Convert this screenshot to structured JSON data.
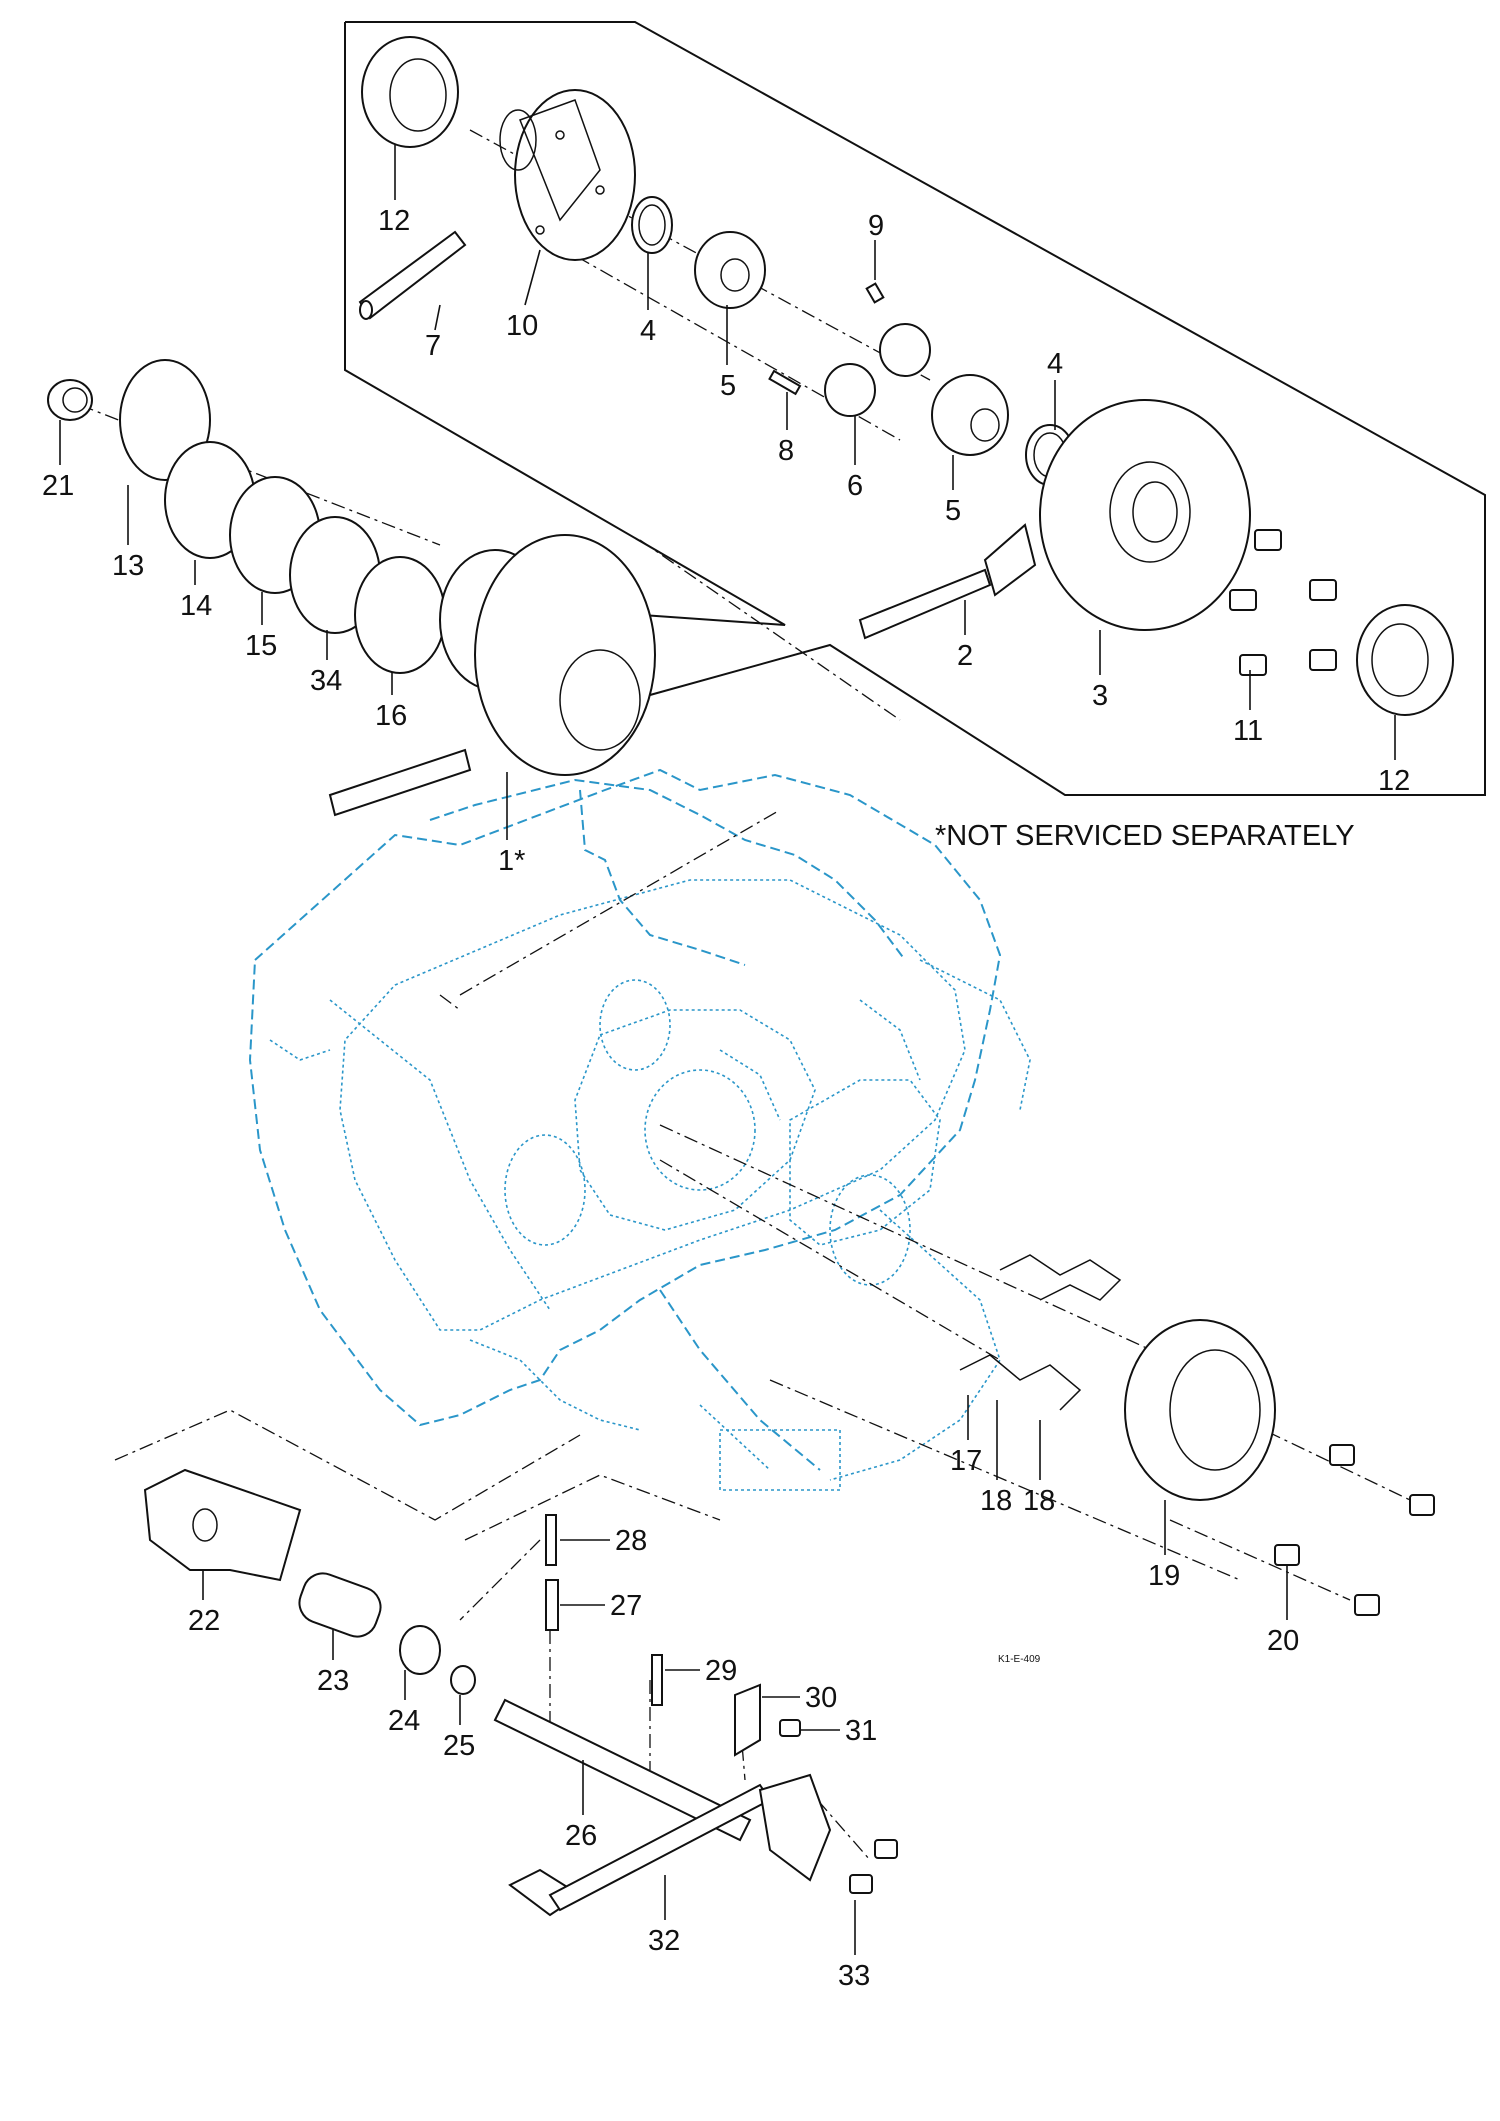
{
  "diagram": {
    "note": "*NOT SERVICED SEPARATELY",
    "code": "K1-E-409",
    "labels": {
      "p1": "1*",
      "p2": "2",
      "p3": "3",
      "p4a": "4",
      "p4b": "4",
      "p5a": "5",
      "p5b": "5",
      "p6": "6",
      "p7": "7",
      "p8": "8",
      "p9": "9",
      "p10": "10",
      "p11": "11",
      "p12a": "12",
      "p12b": "12",
      "p13": "13",
      "p14": "14",
      "p15": "15",
      "p16": "16",
      "p17": "17",
      "p18a": "18",
      "p18b": "18",
      "p19": "19",
      "p20": "20",
      "p21": "21",
      "p22": "22",
      "p23": "23",
      "p24": "24",
      "p25": "25",
      "p26": "26",
      "p27": "27",
      "p28": "28",
      "p29": "29",
      "p30": "30",
      "p31": "31",
      "p32": "32",
      "p33": "33",
      "p34": "34"
    },
    "colors": {
      "line": "#111111",
      "housing": "#2a96c9"
    }
  }
}
